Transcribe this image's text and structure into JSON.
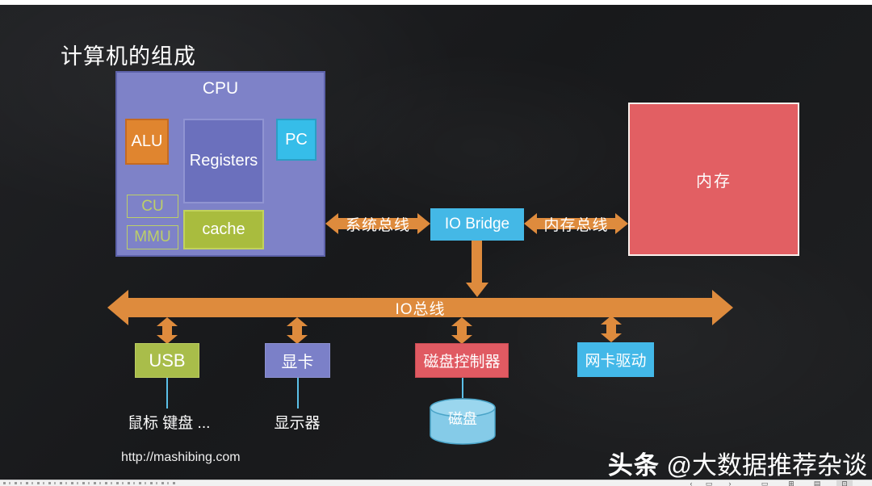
{
  "page": {
    "title": "计算机的组成",
    "url": "http://mashibing.com",
    "watermark_bold": "头条",
    "watermark_rest": " @大数据推荐杂谈"
  },
  "cpu": {
    "label": "CPU",
    "alu": "ALU",
    "registers": "Registers",
    "pc": "PC",
    "cu": "CU",
    "mmu": "MMU",
    "cache": "cache"
  },
  "io_bridge": {
    "label": "IO Bridge"
  },
  "memory": {
    "label": "内存"
  },
  "buses": {
    "system": "系统总线",
    "memory": "内存总线",
    "io": "IO总线"
  },
  "devices": {
    "usb": {
      "label": "USB",
      "peripheral": "鼠标 键盘 ..."
    },
    "gpu": {
      "label": "显卡",
      "peripheral": "显示器"
    },
    "disk_controller": {
      "label": "磁盘控制器",
      "peripheral": "磁盘"
    },
    "nic": {
      "label": "网卡驱动"
    }
  },
  "status_bar": {
    "icons": [
      "previous-slide",
      "slide-thumbnail",
      "next-slide",
      "normal-view",
      "slide-sorter-view",
      "reading-view",
      "slideshow-view"
    ]
  },
  "colors": {
    "slide_background": "#1c1d1f",
    "arrow_orange": "#de8b3d",
    "cpu_fill": "#7e82c8",
    "registers_fill": "#6b70bd",
    "alu_fill": "#e0852f",
    "pc_fill": "#36bde9",
    "cache_fill": "#a9bc3e",
    "cu_mmu_outline": "#bccf68",
    "io_bridge_fill": "#44b8e6",
    "memory_fill": "#e25f63",
    "usb_fill": "#a9bd4a",
    "gpu_fill": "#7b80c8",
    "disk_controller_fill": "#e05a62",
    "nic_fill": "#43b8e8",
    "disk_cylinder_fill": "#85cbe8",
    "connector_line": "#5bc0e8"
  }
}
